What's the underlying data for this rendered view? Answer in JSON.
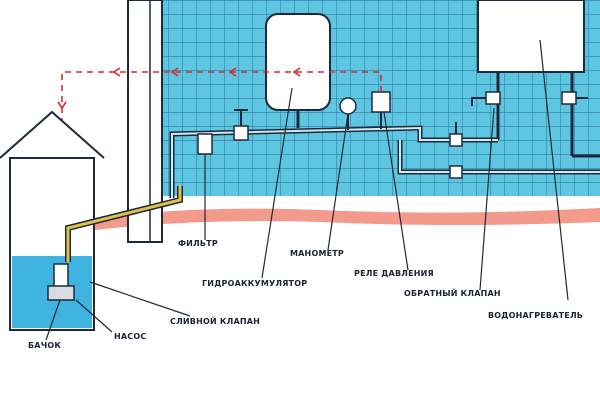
{
  "labels": {
    "filter": "ФИЛЬТР",
    "manometer": "МАНОМЕТР",
    "pressure_relay": "РЕЛЕ ДАВЛЕНИЯ",
    "accumulator": "ГИДРОАККУМУЛЯТОР",
    "check_valve": "ОБРАТНЫЙ КЛАПАН",
    "water_heater": "ВОДОНАГРЕВАТЕЛЬ",
    "drain_valve": "СЛИВНОЙ КЛАПАН",
    "pump": "НАСОС",
    "tank": "БАЧОК"
  },
  "colors": {
    "tile": "#5fc6e2",
    "tile_grid": "#2f7fa8",
    "pipe": "#1e2a3a",
    "signal_arrow": "#d92b2b",
    "floor": "#f08878",
    "water": "#3fb4e0",
    "supply_pipe": "#e0c24a"
  }
}
